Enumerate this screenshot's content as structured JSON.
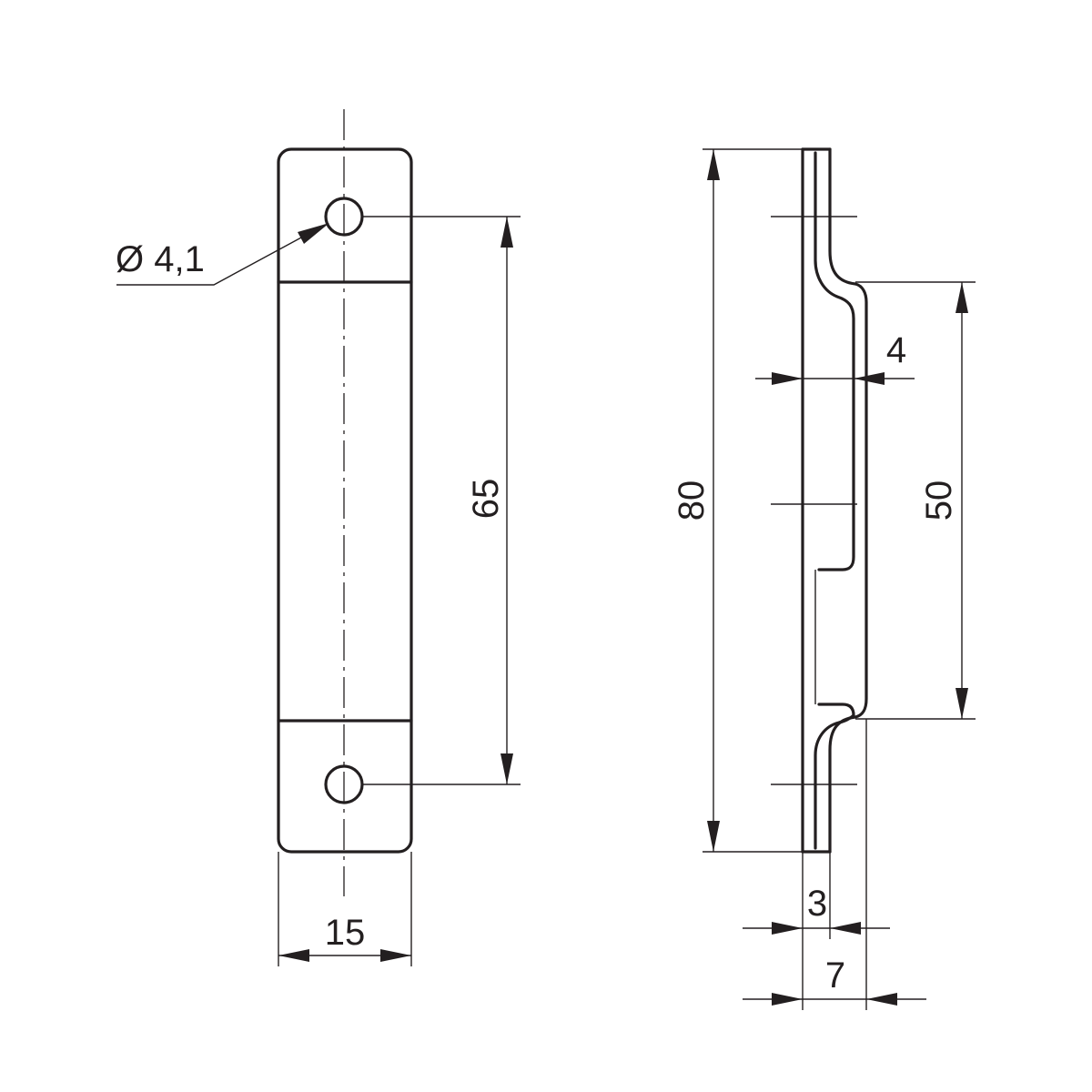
{
  "drawing": {
    "front_view": {
      "hole_label": "Ø 4,1",
      "hole_spacing_label": "65",
      "width_label": "15"
    },
    "side_view": {
      "length_label": "80",
      "recess_length_label": "50",
      "recess_depth_label": "4",
      "thickness_label": "3",
      "overall_depth_label": "7"
    }
  }
}
